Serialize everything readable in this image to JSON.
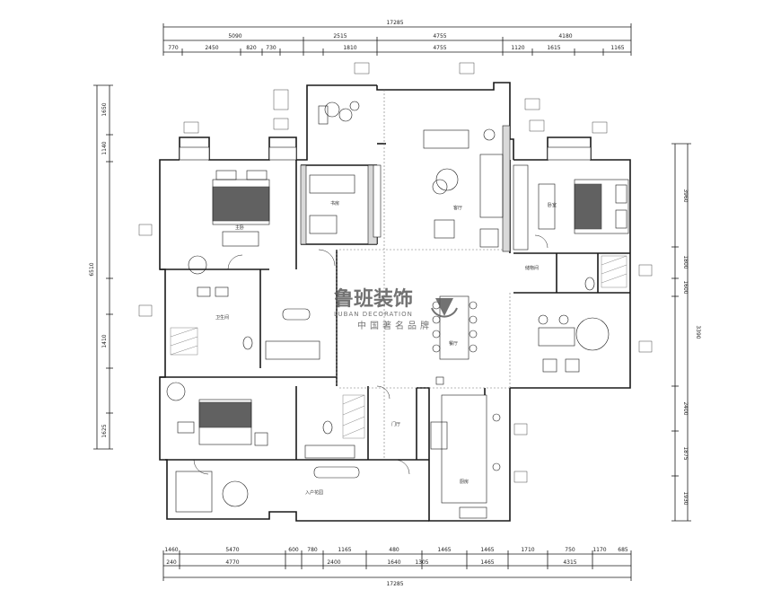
{
  "dimensions": {
    "top_total": "17285",
    "top_row2": [
      "5090",
      "2515",
      "4755",
      "4180"
    ],
    "top_row3": [
      "770",
      "2450",
      "820",
      "730",
      "1810",
      "4755",
      "1120",
      "1615",
      "1165"
    ],
    "bottom_row1": [
      "1460",
      "5470",
      "600",
      "780",
      "1165",
      "480",
      "1465",
      "1465",
      "1710",
      "750",
      "1170",
      "685"
    ],
    "bottom_row2": [
      "240",
      "4770",
      "2400",
      "1640",
      "1305",
      "1465",
      "4315"
    ],
    "bottom_total": "17285",
    "left": [
      "1650",
      "1140",
      "6510",
      "1410",
      "1625"
    ],
    "right": [
      "3960",
      "1800",
      "1600",
      "3390",
      "2400",
      "1875",
      "1930"
    ]
  },
  "rooms": [
    "客厅",
    "卧室",
    "主卧",
    "书房",
    "卫生间",
    "餐厅",
    "厨房",
    "入户花园",
    "储物间",
    "门厅"
  ],
  "watermark": {
    "title": "鲁班装饰",
    "subtitle": "LUBAN DECORATION",
    "tagline": "中国著名品牌"
  }
}
